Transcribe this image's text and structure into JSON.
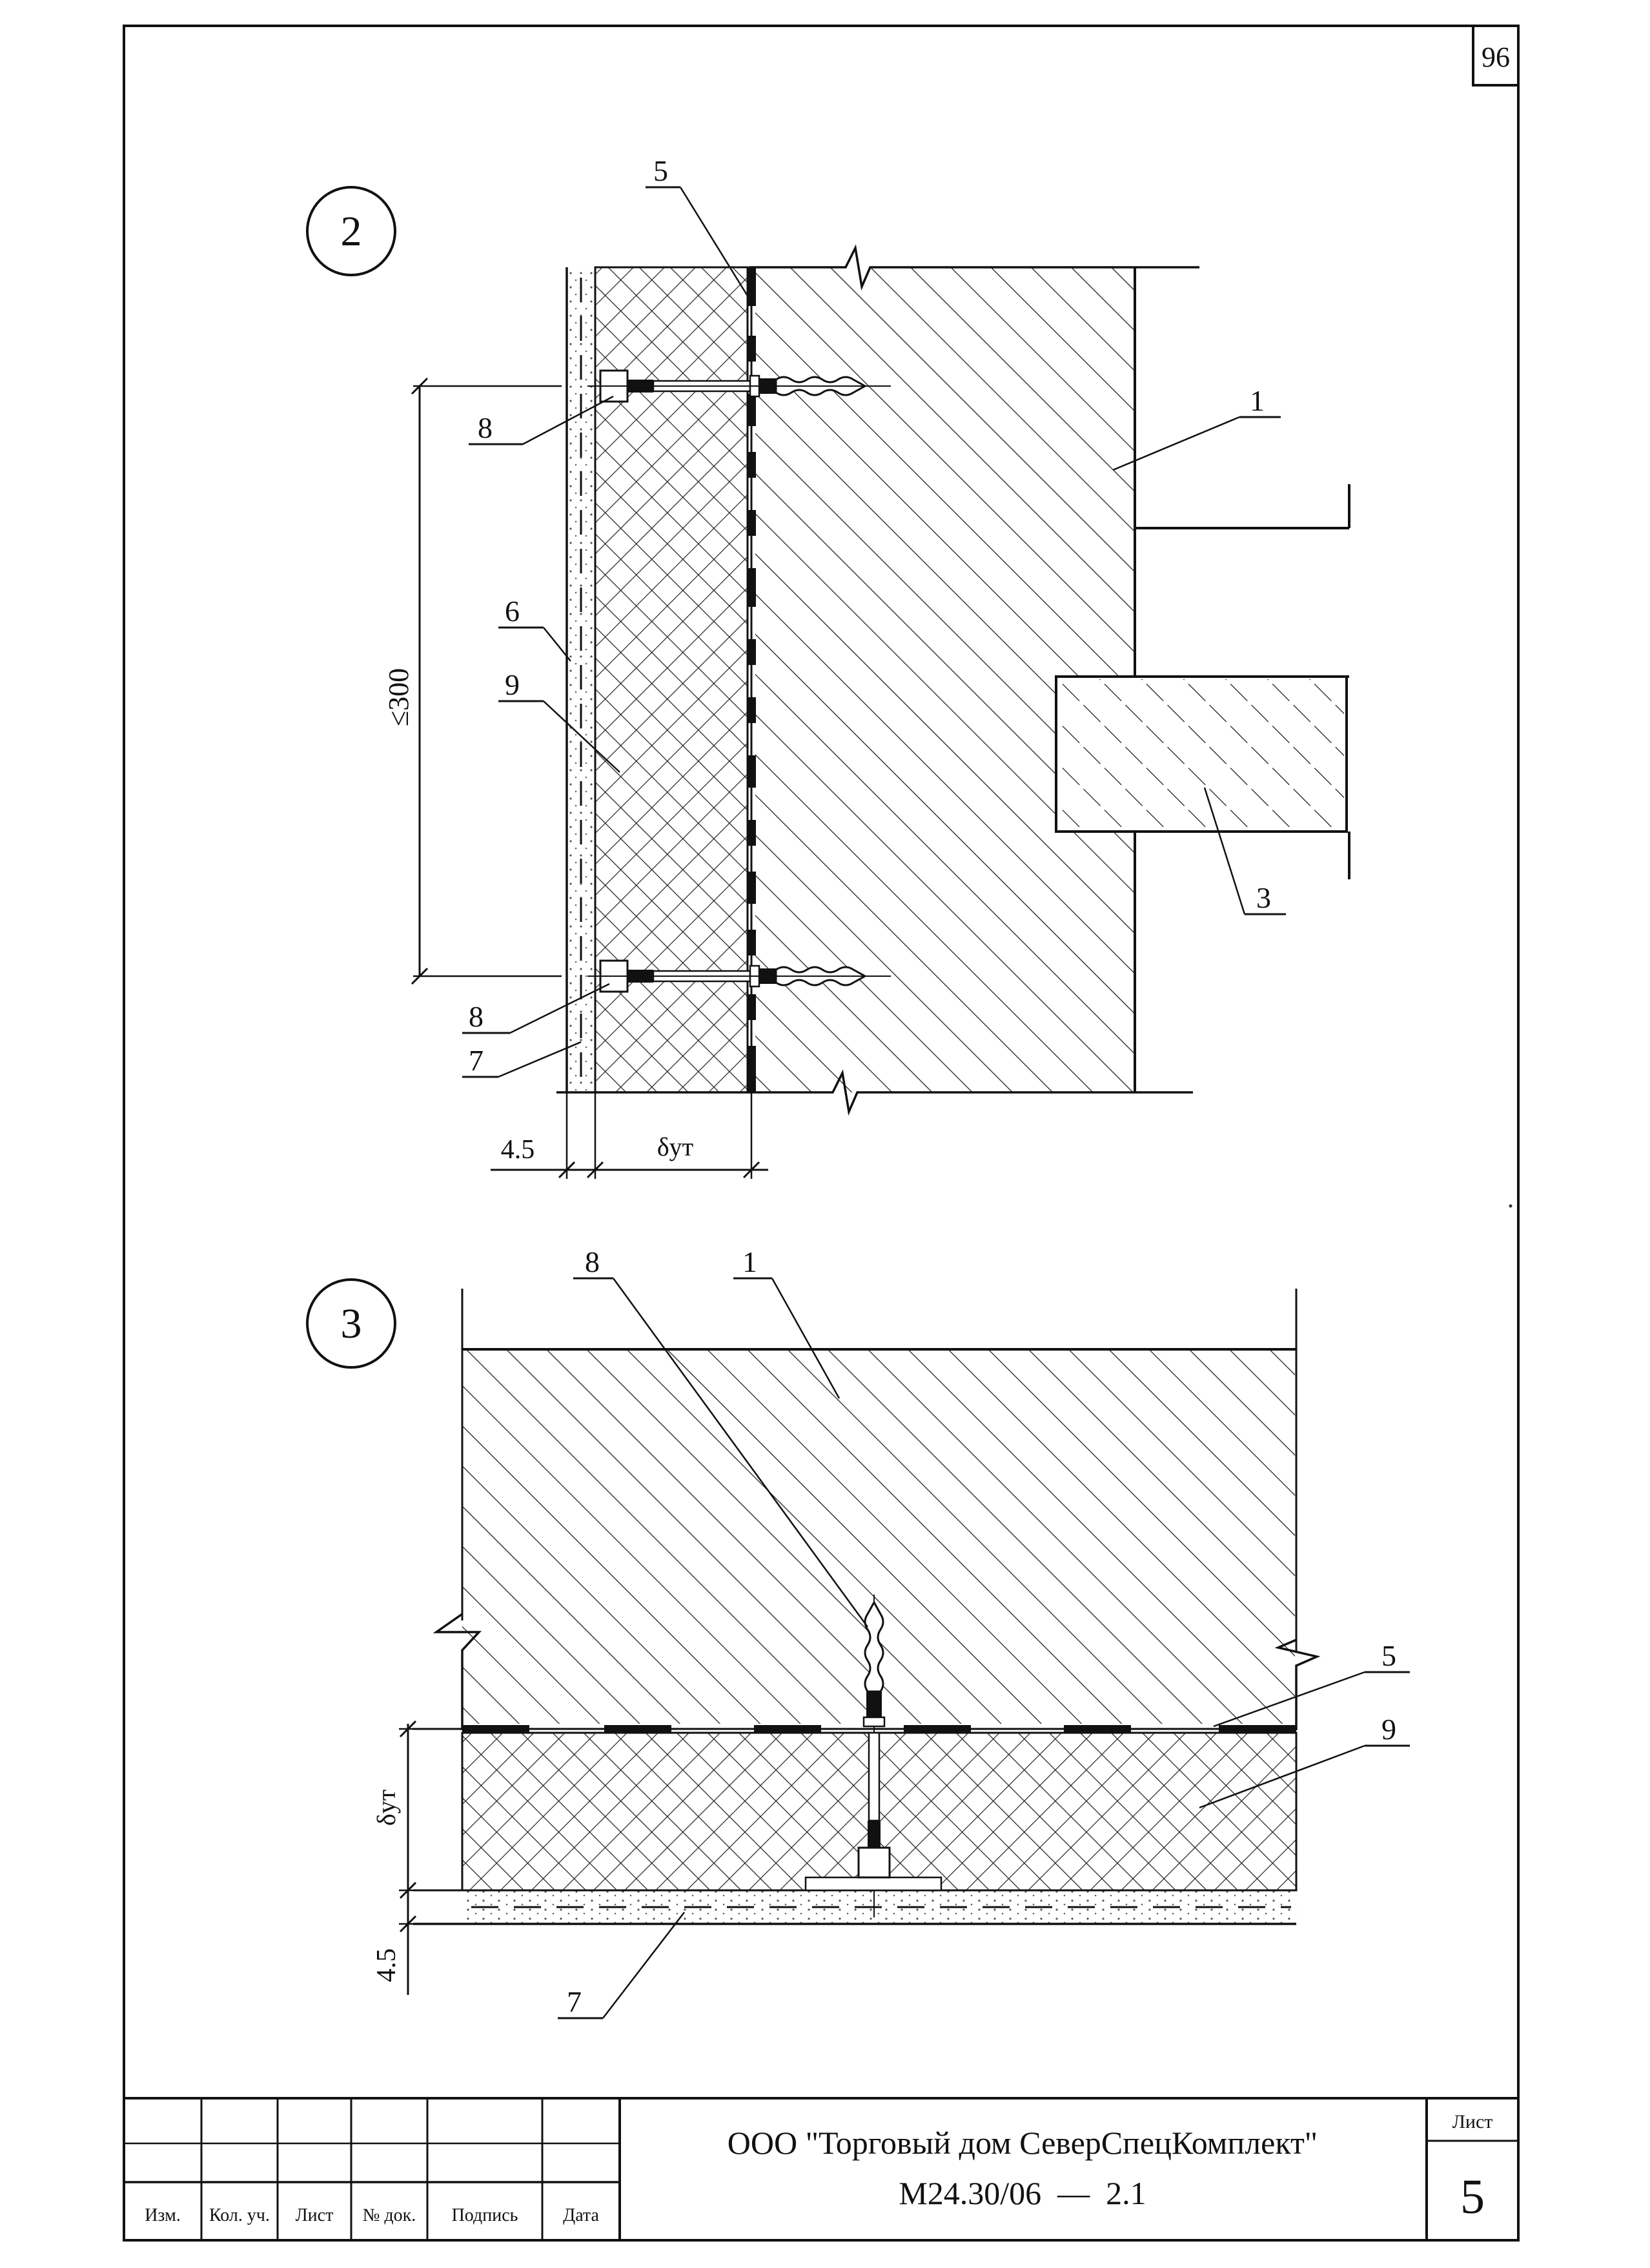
{
  "page": {
    "sheet_number": "96"
  },
  "detail_2": {
    "marker": "2",
    "callouts": {
      "c1": "1",
      "c3": "3",
      "c5": "5",
      "c6": "6",
      "c7": "7",
      "c8a": "8",
      "c8b": "8",
      "c9": "9"
    },
    "dimensions": {
      "spacing": "≤300",
      "render": "4.5",
      "insulation": "δут"
    }
  },
  "detail_3": {
    "marker": "3",
    "callouts": {
      "c1": "1",
      "c5": "5",
      "c7": "7",
      "c8": "8",
      "c9": "9"
    },
    "dimensions": {
      "insulation": "δут",
      "render": "4.5"
    }
  },
  "title_block": {
    "col_headers": [
      "Изм.",
      "Кол. уч.",
      "Лист",
      "№ док.",
      "Подпись",
      "Дата"
    ],
    "company": "ООО \"Торговый дом СеверСпецКомплект\"",
    "doc_code": "М24.30/06  —  2.1",
    "sheet_label": "Лист",
    "sheet_value": "5"
  },
  "colors": {
    "ink": "#111111",
    "paper": "#ffffff"
  }
}
